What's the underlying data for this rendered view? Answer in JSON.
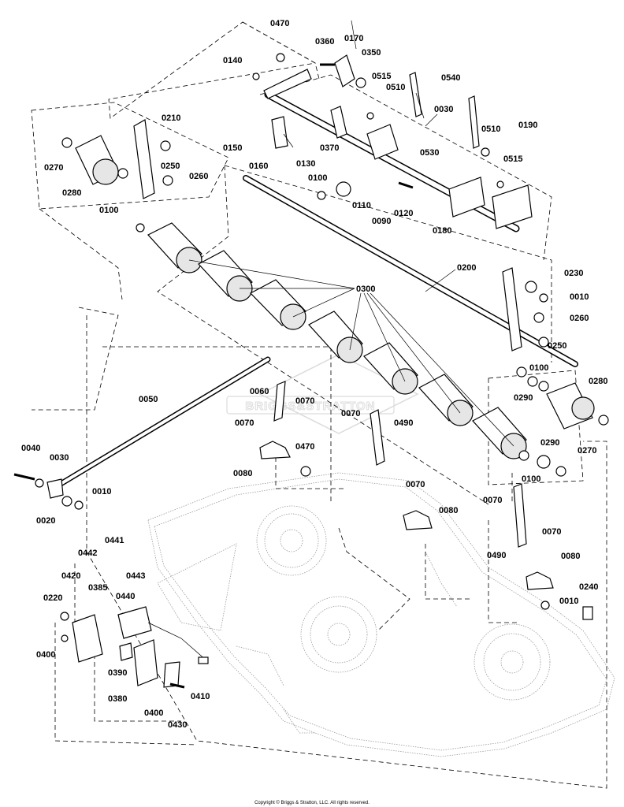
{
  "labels": {
    "l0470a": "0470",
    "l0360": "0360",
    "l0170": "0170",
    "l0140": "0140",
    "l0350": "0350",
    "l0540": "0540",
    "l0515a": "0515",
    "l0510a": "0510",
    "l0030a": "0030",
    "l0510b": "0510",
    "l0190": "0190",
    "l0530": "0530",
    "l0515b": "0515",
    "l0150": "0150",
    "l0370": "0370",
    "l0160": "0160",
    "l0130": "0130",
    "l0100a": "0100",
    "l0110": "0110",
    "l0090": "0090",
    "l0120": "0120",
    "l0180": "0180",
    "l0210": "0210",
    "l0270a": "0270",
    "l0250a": "0250",
    "l0260a": "0260",
    "l0280a": "0280",
    "l0100b": "0100",
    "l0200": "0200",
    "l0230": "0230",
    "l0010a": "0010",
    "l0300": "0300",
    "l0260b": "0260",
    "l0250b": "0250",
    "l0100c": "0100",
    "l0280b": "0280",
    "l0290a": "0290",
    "l0270b": "0270",
    "l0050": "0050",
    "l0060": "0060",
    "l0070a": "0070",
    "l0070b": "0070",
    "l0070c": "0070",
    "l0490a": "0490",
    "l0040": "0040",
    "l0030b": "0030",
    "l0080a": "0080",
    "l0470b": "0470",
    "l0290b": "0290",
    "l0100d": "0100",
    "l0010b": "0010",
    "l0020": "0020",
    "l0070d": "0070",
    "l0080b": "0080",
    "l0070e": "0070",
    "l0490b": "0490",
    "l0441": "0441",
    "l0442": "0442",
    "l0443": "0443",
    "l0420": "0420",
    "l0385": "0385",
    "l0440": "0440",
    "l0070f": "0070",
    "l0080c": "0080",
    "l0220": "0220",
    "l0240": "0240",
    "l0010c": "0010",
    "l0400a": "0400",
    "l0390": "0390",
    "l0410": "0410",
    "l0380": "0380",
    "l0400b": "0400",
    "l0430": "0430"
  },
  "watermark": "BRIGGS&STRATTON",
  "copyright": "Copyright © Briggs & Stratton, LLC. All rights reserved.",
  "colors": {
    "line": "#000000",
    "deck": "#9a9a9a",
    "watermark": "#dcdcdc"
  }
}
